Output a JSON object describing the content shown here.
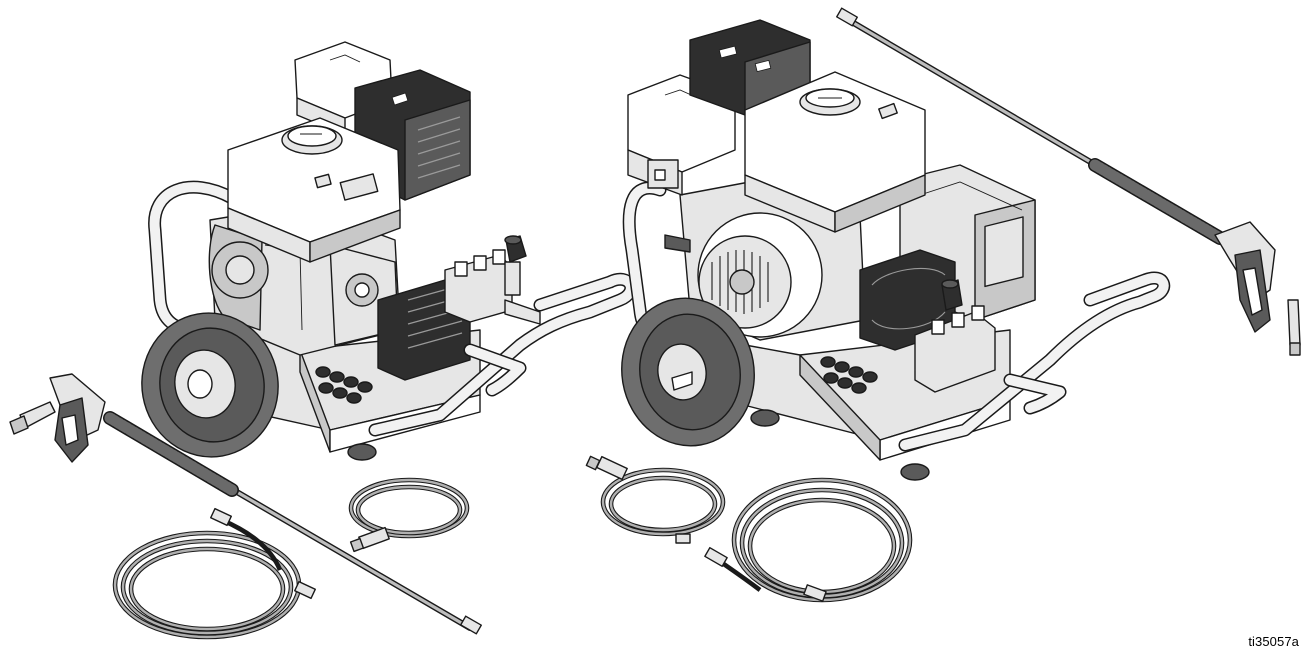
{
  "figure": {
    "id_label": "ti35057a",
    "colors": {
      "line": "#1a1a1a",
      "white_part": "#ffffff",
      "light_gray": "#e6e6e6",
      "mid_gray": "#bdbdbd",
      "dark_gray": "#5a5a5a",
      "black_part": "#2b2b2b",
      "tire": "#6e6e6e"
    },
    "parts": [
      {
        "name": "unit-left",
        "description_icon": "pressure-washer-icon"
      },
      {
        "name": "unit-right",
        "description_icon": "pressure-washer-icon"
      },
      {
        "name": "spray-gun-left",
        "description_icon": "spray-gun-icon"
      },
      {
        "name": "spray-gun-right",
        "description_icon": "spray-gun-icon"
      },
      {
        "name": "hose-coils",
        "description_icon": "hose-coil-icon"
      }
    ]
  }
}
